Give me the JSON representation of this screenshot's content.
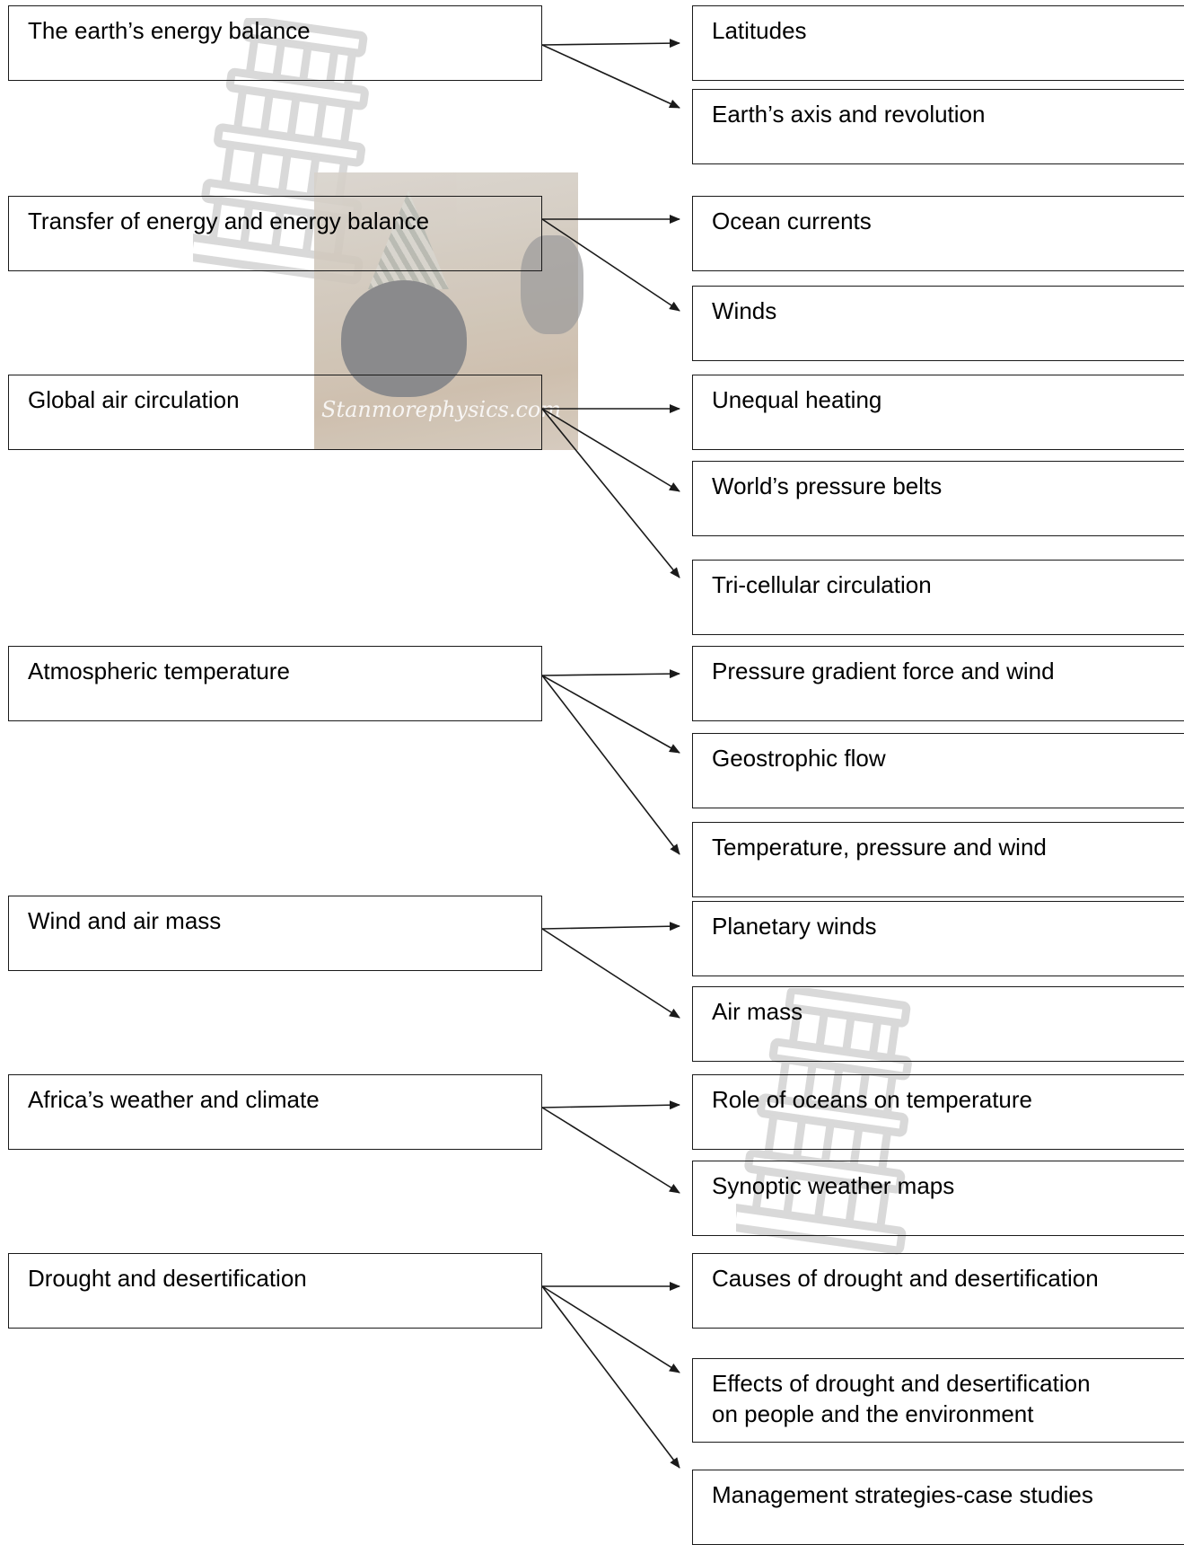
{
  "watermark": {
    "text": "Stanmorephysics.com"
  },
  "colors": {
    "line": "#1a1a1a",
    "background": "#ffffff"
  },
  "left_boxes": [
    {
      "label": "The earth’s energy balance"
    },
    {
      "label": "Transfer of energy and energy balance"
    },
    {
      "label": "Global air circulation"
    },
    {
      "label": "Atmospheric temperature"
    },
    {
      "label": "Wind and air mass"
    },
    {
      "label": "Africa’s weather and climate"
    },
    {
      "label": "Drought and desertification"
    }
  ],
  "right_boxes": [
    {
      "label": "Latitudes"
    },
    {
      "label": "Earth’s axis and revolution"
    },
    {
      "label": "Ocean currents"
    },
    {
      "label": "Winds"
    },
    {
      "label": "Unequal heating"
    },
    {
      "label": "World’s pressure belts"
    },
    {
      "label": "Tri-cellular circulation"
    },
    {
      "label": "Pressure gradient force and wind"
    },
    {
      "label": "Geostrophic flow"
    },
    {
      "label": "Temperature, pressure and wind"
    },
    {
      "label": "Planetary winds"
    },
    {
      "label": "Air mass"
    },
    {
      "label": "Role of oceans on temperature"
    },
    {
      "label": "Synoptic weather maps"
    },
    {
      "label": "Causes of drought and desertification"
    },
    {
      "label": "Effects of drought and desertification"
    },
    {
      "label": "on people and the environment"
    },
    {
      "label": "Management strategies-case studies"
    }
  ],
  "connections": [
    {
      "from": 0,
      "to": 0
    },
    {
      "from": 0,
      "to": 1
    },
    {
      "from": 1,
      "to": 2
    },
    {
      "from": 1,
      "to": 3
    },
    {
      "from": 2,
      "to": 4
    },
    {
      "from": 2,
      "to": 5
    },
    {
      "from": 2,
      "to": 6
    },
    {
      "from": 3,
      "to": 7
    },
    {
      "from": 3,
      "to": 8
    },
    {
      "from": 3,
      "to": 9
    },
    {
      "from": 4,
      "to": 10
    },
    {
      "from": 4,
      "to": 11
    },
    {
      "from": 5,
      "to": 12
    },
    {
      "from": 5,
      "to": 13
    },
    {
      "from": 6,
      "to": 14
    },
    {
      "from": 6,
      "to": 15
    },
    {
      "from": 6,
      "to": 16
    }
  ]
}
